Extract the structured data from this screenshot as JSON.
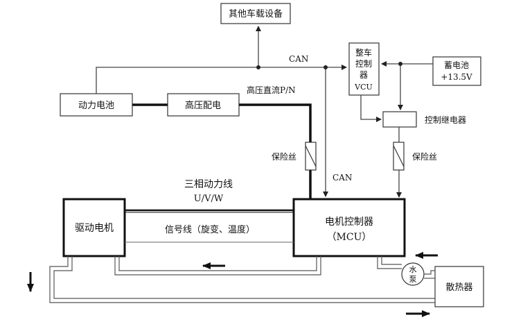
{
  "components": {
    "other_devices": "其他车载设备",
    "power_battery": "动力电池",
    "hv_distribution": "高压配电",
    "vcu_line1": "整车",
    "vcu_line2": "控制",
    "vcu_line3": "器",
    "vcu_line4": "VCU",
    "battery_line1": "蓄电池",
    "battery_line2": "+13.5V",
    "control_relay": "控制继电器",
    "drive_motor": "驱动电机",
    "mcu_line1": "电机控制器",
    "mcu_line2": "（MCU）",
    "radiator": "散热器",
    "pump_line1": "水",
    "pump_line2": "泵"
  },
  "labels": {
    "can_top": "CAN",
    "can_vertical": "CAN",
    "hv_dc": "高压直流P/N",
    "fuse_left": "保险丝",
    "fuse_right": "保险丝",
    "three_phase_line1": "三相动力线",
    "three_phase_line2": "U/V/W",
    "signal_line": "信号线（旋变、温度）"
  }
}
